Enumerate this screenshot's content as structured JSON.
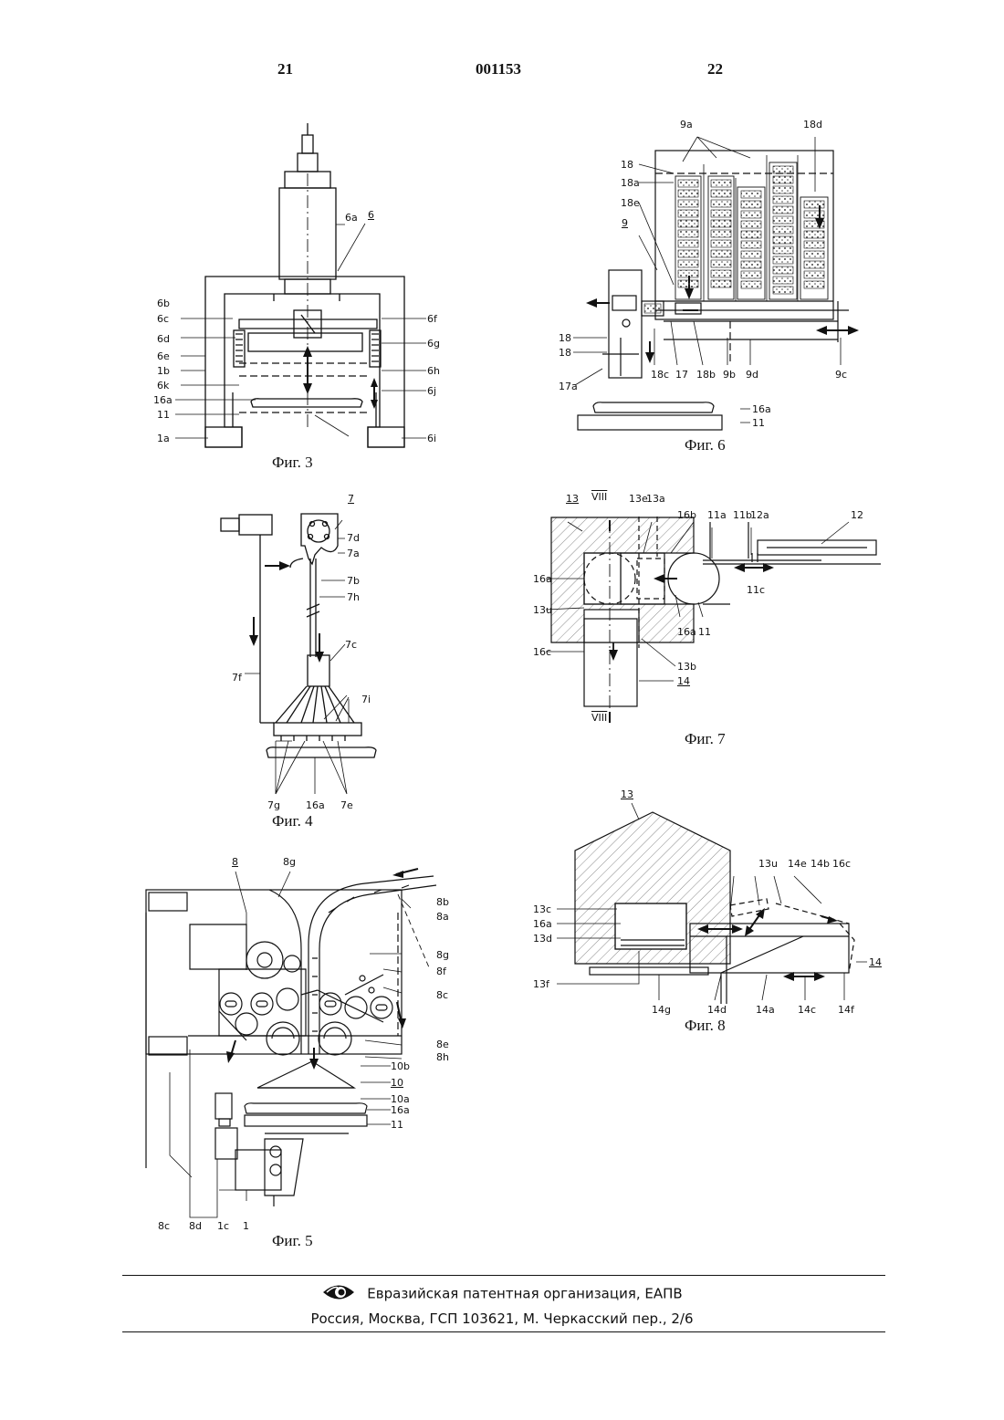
{
  "header": {
    "left_page": "21",
    "patent_number": "001153",
    "right_page": "22"
  },
  "figures": {
    "fig3": {
      "caption": "Фиг. 3",
      "labels": {
        "l6a": "6a",
        "l6": "6",
        "l6b": "6b",
        "l6c": "6c",
        "l6d": "6d",
        "l6e": "6e",
        "l1b": "1b",
        "l6k": "6k",
        "l16a": "16a",
        "l11": "11",
        "l1a": "1a",
        "l6f": "6f",
        "l6g": "6g",
        "l6h": "6h",
        "l6j": "6j",
        "l6i": "6i"
      }
    },
    "fig4": {
      "caption": "Фиг. 4",
      "labels": {
        "l7": "7",
        "l7d": "7d",
        "l7a": "7a",
        "l7b": "7b",
        "l7h": "7h",
        "l7c": "7c",
        "l7f": "7f",
        "l7i": "7i",
        "l7g": "7g",
        "l16a": "16a",
        "l7e": "7e"
      }
    },
    "fig5": {
      "caption": "Фиг. 5",
      "labels": {
        "l8": "8",
        "l8g_top": "8g",
        "l8b": "8b",
        "l8a": "8a",
        "l8g": "8g",
        "l8f": "8f",
        "l8c_r": "8c",
        "l8e": "8e",
        "l8h": "8h",
        "l10b": "10b",
        "l10": "10",
        "l10a": "10a",
        "l16a": "16a",
        "l11": "11",
        "l8c": "8c",
        "l8d": "8d",
        "l1c": "1c",
        "l1": "1"
      }
    },
    "fig6": {
      "caption": "Фиг. 6",
      "labels": {
        "l9a": "9a",
        "l18d": "18d",
        "l18": "18",
        "l18a": "18a",
        "l18e": "18e",
        "l9": "9",
        "l18_1": "18",
        "l18_2": "18",
        "l17a": "17a",
        "l18c": "18c",
        "l17": "17",
        "l18b": "18b",
        "l9b": "9b",
        "l9d": "9d",
        "l9c": "9c",
        "l16a": "16a",
        "l11": "11"
      }
    },
    "fig7": {
      "caption": "Фиг. 7",
      "labels": {
        "l13": "13",
        "lVIII_top": "VIII",
        "l13e": "13e",
        "l13a": "13a",
        "l16b": "16b",
        "l11a": "11a",
        "l11b": "11b",
        "l12a": "12a",
        "l12": "12",
        "l16a_l": "16a",
        "l11c": "11c",
        "l13u": "13u",
        "l16a": "16a",
        "l11": "11",
        "l16c": "16c",
        "l13b": "13b",
        "l14": "14",
        "lVIII_bot": "VIII"
      }
    },
    "fig8": {
      "caption": "Фиг. 8",
      "labels": {
        "l13": "13",
        "l13u": "13u",
        "l14e": "14e",
        "l14b": "14b",
        "l16c": "16c",
        "l13c": "13c",
        "l16a": "16a",
        "l13d": "13d",
        "l14": "14",
        "l13f": "13f",
        "l14g": "14g",
        "l14d": "14d",
        "l14a": "14a",
        "l14c": "14c",
        "l14f": "14f"
      }
    }
  },
  "footer": {
    "organization": "Евразийская патентная организация, ЕАПВ",
    "address": "Россия, Москва, ГСП 103621, М. Черкасский пер., 2/6",
    "logo_icon": "eye-logo-icon"
  }
}
